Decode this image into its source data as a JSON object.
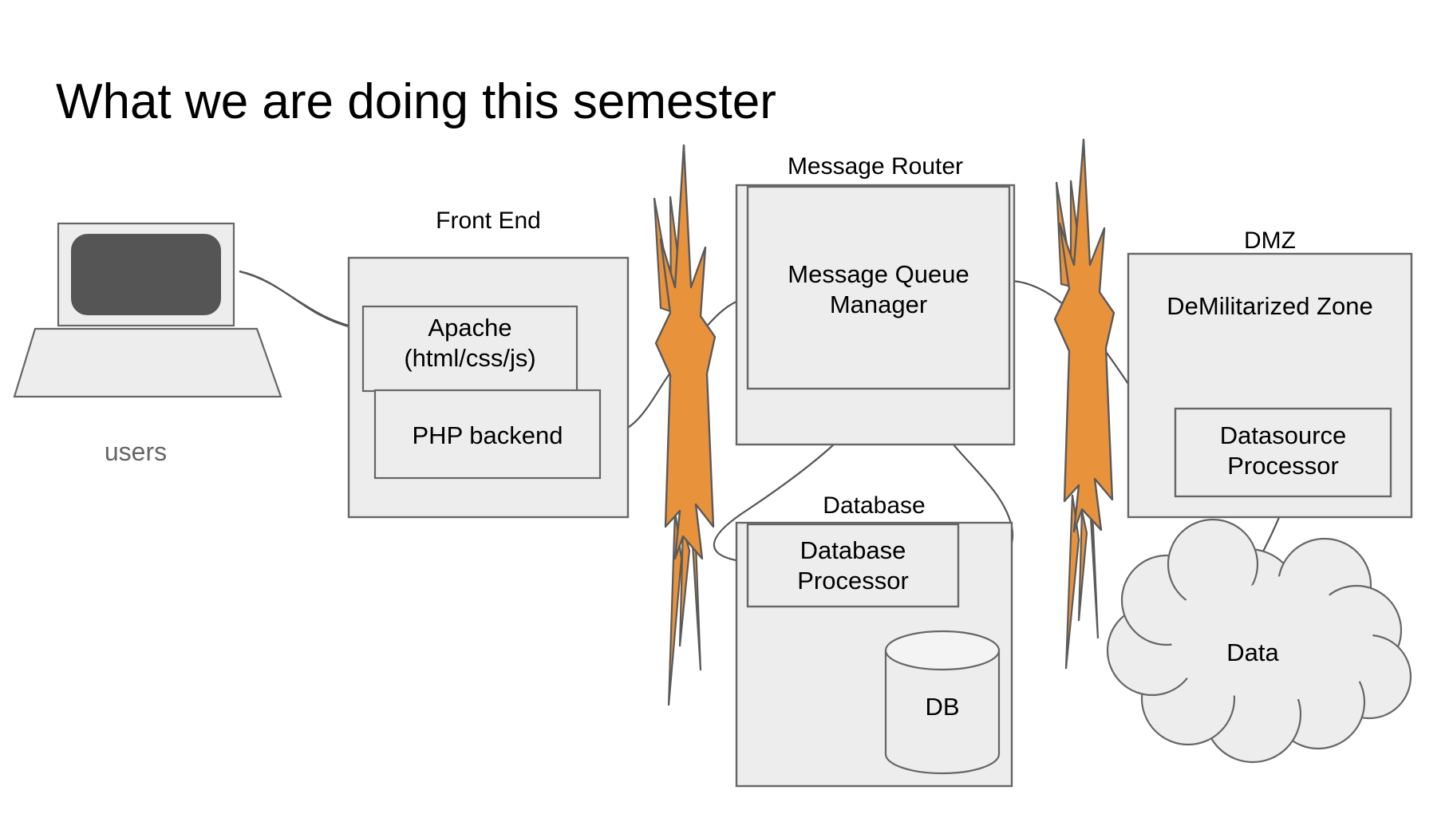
{
  "slide": {
    "title": "What we are doing this semester",
    "background_color": "#ffffff"
  },
  "palette": {
    "box_fill": "#ededed",
    "box_stroke": "#666666",
    "firewall_fill": "#e8923c",
    "firewall_stroke": "#5a5a5a",
    "screen_fill": "#555555",
    "connector_stroke": "#555555",
    "cloud_fill": "#ededed",
    "users_label_color": "#666666",
    "text_color": "#000000"
  },
  "nodes": {
    "users": {
      "icon_name": "desktop-computer-icon",
      "label": "users"
    },
    "front_end": {
      "group_label": "Front End",
      "children": [
        {
          "name": "apache",
          "lines": [
            "Apache",
            "(html/css/js)"
          ]
        },
        {
          "name": "php-backend",
          "lines": [
            "PHP backend"
          ]
        }
      ]
    },
    "firewall_left": {
      "icon_name": "firewall-lightning-icon",
      "label": ""
    },
    "message_router": {
      "group_label": "Message Router",
      "children": [
        {
          "name": "message-queue-manager",
          "lines": [
            "Message Queue",
            "Manager"
          ]
        }
      ]
    },
    "database": {
      "group_label": "Database",
      "children": [
        {
          "name": "database-processor",
          "lines": [
            "Database",
            "Processor"
          ]
        },
        {
          "name": "db-cylinder",
          "lines": [
            "DB"
          ]
        }
      ]
    },
    "firewall_right": {
      "icon_name": "firewall-lightning-icon",
      "label": ""
    },
    "dmz": {
      "group_label": "DMZ",
      "heading": "DeMilitarized Zone",
      "children": [
        {
          "name": "datasource-processor",
          "lines": [
            "Datasource",
            "Processor"
          ]
        }
      ]
    },
    "data_cloud": {
      "icon_name": "cloud-icon",
      "label": "Data"
    }
  },
  "connections": [
    {
      "from": "users",
      "to": "apache"
    },
    {
      "from": "php-backend",
      "to": "message-queue-manager",
      "through": "firewall_left"
    },
    {
      "from": "message-queue-manager",
      "to": "database-processor"
    },
    {
      "from": "message-queue-manager",
      "to": "database-processor"
    },
    {
      "from": "database-processor",
      "to": "db-cylinder"
    },
    {
      "from": "message-queue-manager",
      "to": "datasource-processor",
      "through": "firewall_right"
    },
    {
      "from": "datasource-processor",
      "to": "data_cloud"
    }
  ]
}
